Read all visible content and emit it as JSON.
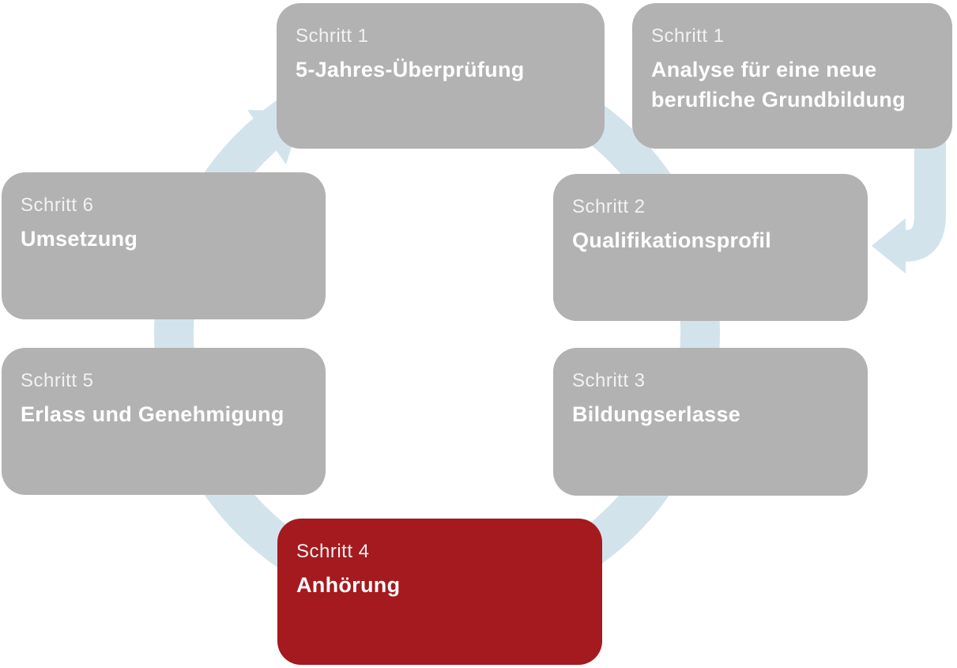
{
  "diagram": {
    "type": "process-cycle",
    "colors": {
      "background": "#ffffff",
      "box_gray": "#b2b2b2",
      "box_highlight_red": "#a41a1f",
      "arrow_blue": "#d3e3ec",
      "text_white": "#ffffff"
    },
    "steps": [
      {
        "label": "Schritt 1",
        "title": "5-Jahres-Überprüfung",
        "color": "#b2b2b2",
        "highlighted": false
      },
      {
        "label": "Schritt 1",
        "title": "Analyse für eine neue berufliche Grundbildung",
        "color": "#b2b2b2",
        "highlighted": false
      },
      {
        "label": "Schritt 2",
        "title": "Qualifikationsprofil",
        "color": "#b2b2b2",
        "highlighted": false
      },
      {
        "label": "Schritt 3",
        "title": "Bildungserlasse",
        "color": "#b2b2b2",
        "highlighted": false
      },
      {
        "label": "Schritt 4",
        "title": "Anhörung",
        "color": "#a41a1f",
        "highlighted": true
      },
      {
        "label": "Schritt 5",
        "title": "Erlass und Genehmigung",
        "color": "#b2b2b2",
        "highlighted": false
      },
      {
        "label": "Schritt 6",
        "title": "Umsetzung",
        "color": "#b2b2b2",
        "highlighted": false
      }
    ],
    "arrows": {
      "cycle": {
        "direction": "clockwise",
        "color": "#d3e3ec"
      },
      "entry": {
        "from": "Analyse für eine neue berufliche Grundbildung",
        "to": "Qualifikationsprofil",
        "color": "#d3e3ec"
      }
    }
  }
}
